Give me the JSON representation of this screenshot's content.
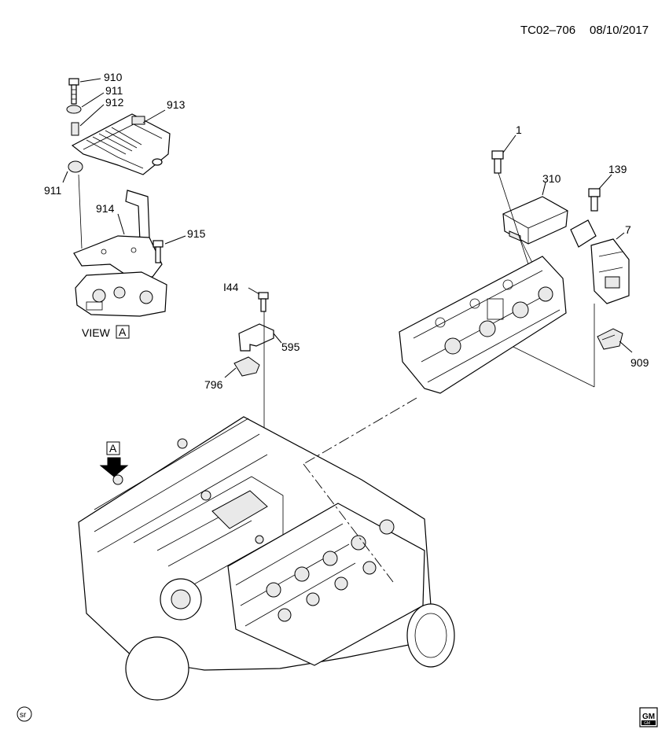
{
  "header": {
    "code": "TC02–706",
    "date": "08/10/2017"
  },
  "callouts": {
    "c910": "910",
    "c911a": "911",
    "c912": "912",
    "c913": "913",
    "c911b": "911",
    "c914": "914",
    "c915": "915",
    "c1": "1",
    "c310": "310",
    "c139": "139",
    "c7": "7",
    "c144": "I44",
    "c595": "595",
    "c796": "796",
    "c909": "909"
  },
  "view": {
    "label": "VIEW",
    "letter": "A"
  },
  "arrow_letter": "A",
  "footer": {
    "sr_badge": "sr",
    "logo_top": "GM",
    "logo_bottom": "GM"
  }
}
